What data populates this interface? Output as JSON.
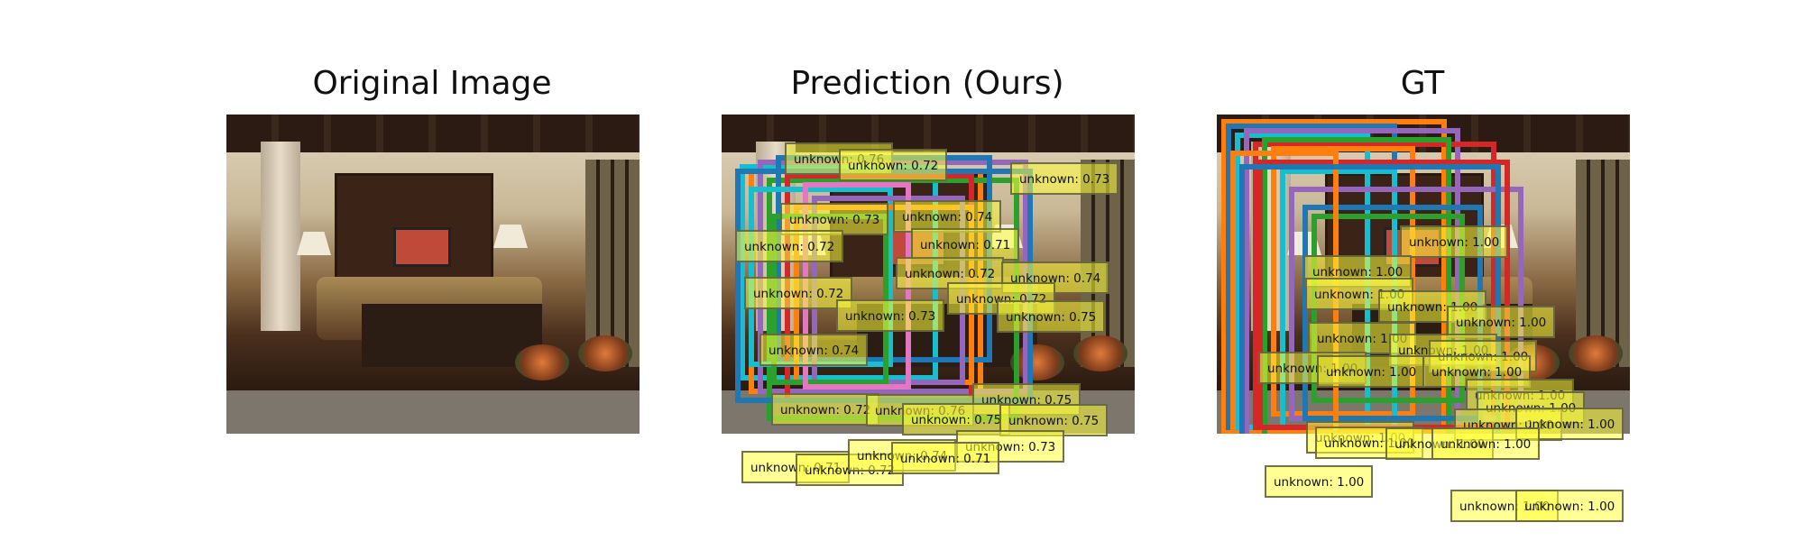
{
  "titles": {
    "original": "Original Image",
    "prediction": "Prediction (Ours)",
    "gt": "GT"
  },
  "colors": {
    "label_fill": "#ffff3c",
    "label_border": "#5a5a3c",
    "box_palette": [
      "#1f77b4",
      "#ff7f0e",
      "#2ca02c",
      "#d62728",
      "#9467bd",
      "#17becf",
      "#e377c2",
      "#bcbd22"
    ]
  },
  "prediction": {
    "labels": [
      "unknown: 0.76",
      "unknown: 0.72",
      "unknown: 0.73",
      "unknown: 0.73",
      "unknown: 0.74",
      "unknown: 0.72",
      "unknown: 0.71",
      "unknown: 0.72",
      "unknown: 0.74",
      "unknown: 0.72",
      "unknown: 0.72",
      "unknown: 0.73",
      "unknown: 0.75",
      "unknown: 0.74",
      "unknown: 0.75",
      "unknown: 0.72",
      "unknown: 0.76",
      "unknown: 0.75",
      "unknown: 0.75",
      "unknown: 0.73",
      "unknown: 0.71",
      "unknown: 0.72",
      "unknown: 0.74",
      "unknown: 0.71"
    ]
  },
  "gt": {
    "labels": [
      "unknown: 1.00",
      "unknown: 1.00",
      "unknown: 1.00",
      "unknown: 1.00",
      "unknown: 1.00",
      "unknown: 1.00",
      "unknown: 1.00",
      "unknown: 1.00",
      "unknown: 1.00",
      "unknown: 1.00",
      "unknown: 1.00",
      "unknown: 1.00",
      "unknown: 1.00",
      "unknown: 1.00",
      "unknown: 1.00",
      "unknown: 1.00",
      "unknown: 1.00",
      "unknown: 1.00",
      "unknown: 1.00",
      "unknown: 1.00",
      "unknown: 1.00",
      "unknown: 1.00"
    ]
  }
}
